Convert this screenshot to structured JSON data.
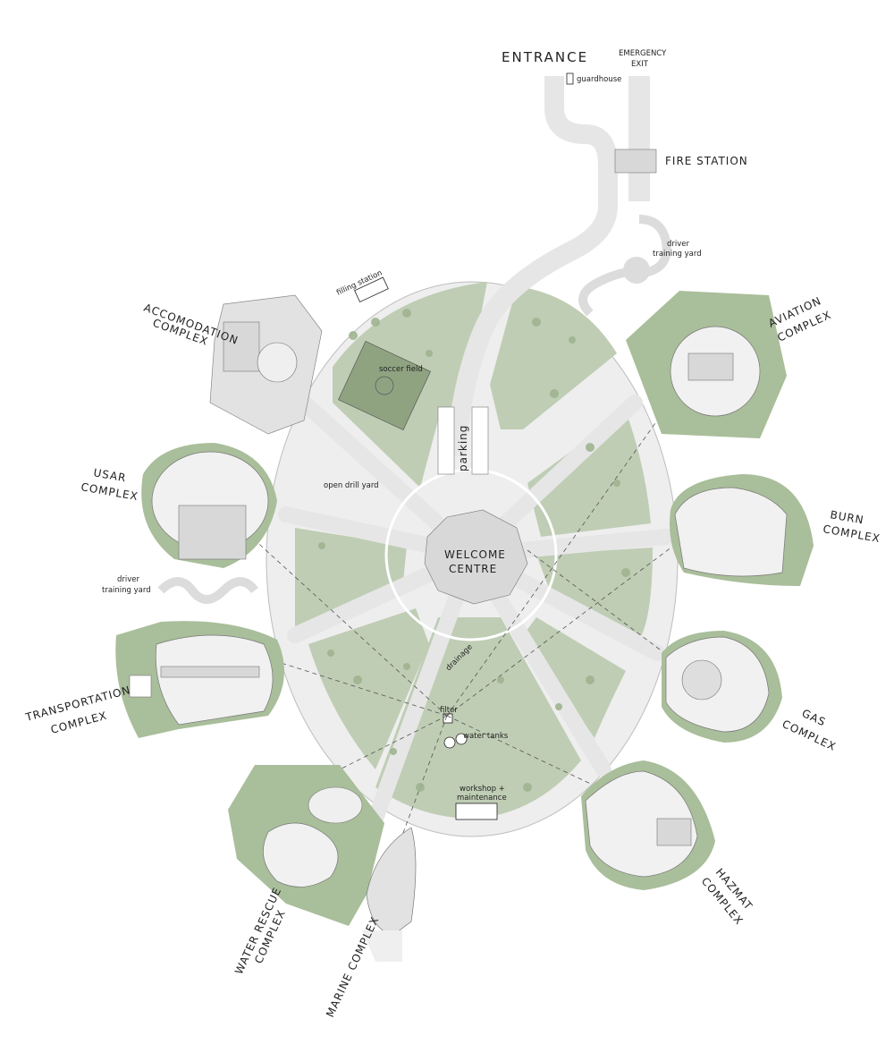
{
  "labels": {
    "entrance": "ENTRANCE",
    "guardhouse": "guardhouse",
    "emergency_exit_1": "EMERGENCY",
    "emergency_exit_2": "EXIT",
    "fire_station": "FIRE STATION",
    "driver_training_top_1": "driver",
    "driver_training_top_2": "training yard",
    "filling_station": "filling station",
    "accomodation_1": "ACCOMODATION",
    "accomodation_2": "COMPLEX",
    "aviation_1": "AVIATION",
    "aviation_2": "COMPLEX",
    "soccer_field": "soccer field",
    "parking": "parking",
    "usar_1": "USAR",
    "usar_2": "COMPLEX",
    "open_drill_yard": "open drill yard",
    "burn_1": "BURN",
    "burn_2": "COMPLEX",
    "welcome_1": "WELCOME",
    "welcome_2": "CENTRE",
    "driver_training_left_1": "driver",
    "driver_training_left_2": "training yard",
    "drainage": "drainage",
    "gas_1": "GAS",
    "gas_2": "COMPLEX",
    "transportation_1": "TRANSPORTATION",
    "transportation_2": "COMPLEX",
    "filter": "filter",
    "water_tanks": "water tanks",
    "workshop_1": "workshop +",
    "workshop_2": "maintenance",
    "hazmat_1": "HAZMAT",
    "hazmat_2": "COMPLEX",
    "water_rescue_1": "WATER RESCUE",
    "water_rescue_2": "COMPLEX",
    "marine": "MARINE COMPLEX"
  },
  "colors": {
    "lawn": "#bfcdb4",
    "paving": "#eeeeee",
    "road": "#e6e6e6",
    "trees": "#9fb48f",
    "text": "#222222"
  }
}
